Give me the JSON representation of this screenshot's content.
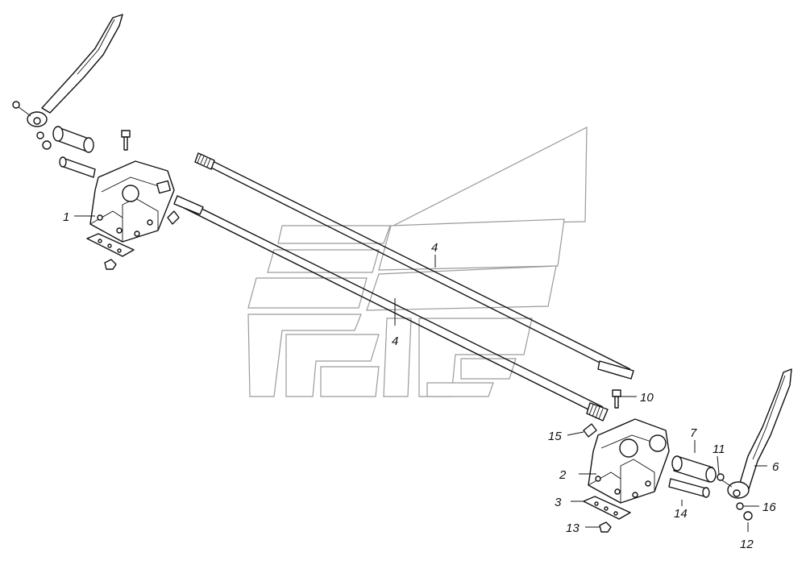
{
  "diagram": {
    "callouts": [
      {
        "id": "c1",
        "text": "1"
      },
      {
        "id": "c2",
        "text": "2"
      },
      {
        "id": "c3",
        "text": "3"
      },
      {
        "id": "c4a",
        "text": "4"
      },
      {
        "id": "c4b",
        "text": "4"
      },
      {
        "id": "c6",
        "text": "6"
      },
      {
        "id": "c7",
        "text": "7"
      },
      {
        "id": "c10",
        "text": "10"
      },
      {
        "id": "c11",
        "text": "11"
      },
      {
        "id": "c12",
        "text": "12"
      },
      {
        "id": "c13",
        "text": "13"
      },
      {
        "id": "c14",
        "text": "14"
      },
      {
        "id": "c15",
        "text": "15"
      },
      {
        "id": "c16",
        "text": "16"
      }
    ]
  },
  "colors": {
    "line": "#111111",
    "watermark": "#9a9a9a",
    "background": "#ffffff"
  }
}
